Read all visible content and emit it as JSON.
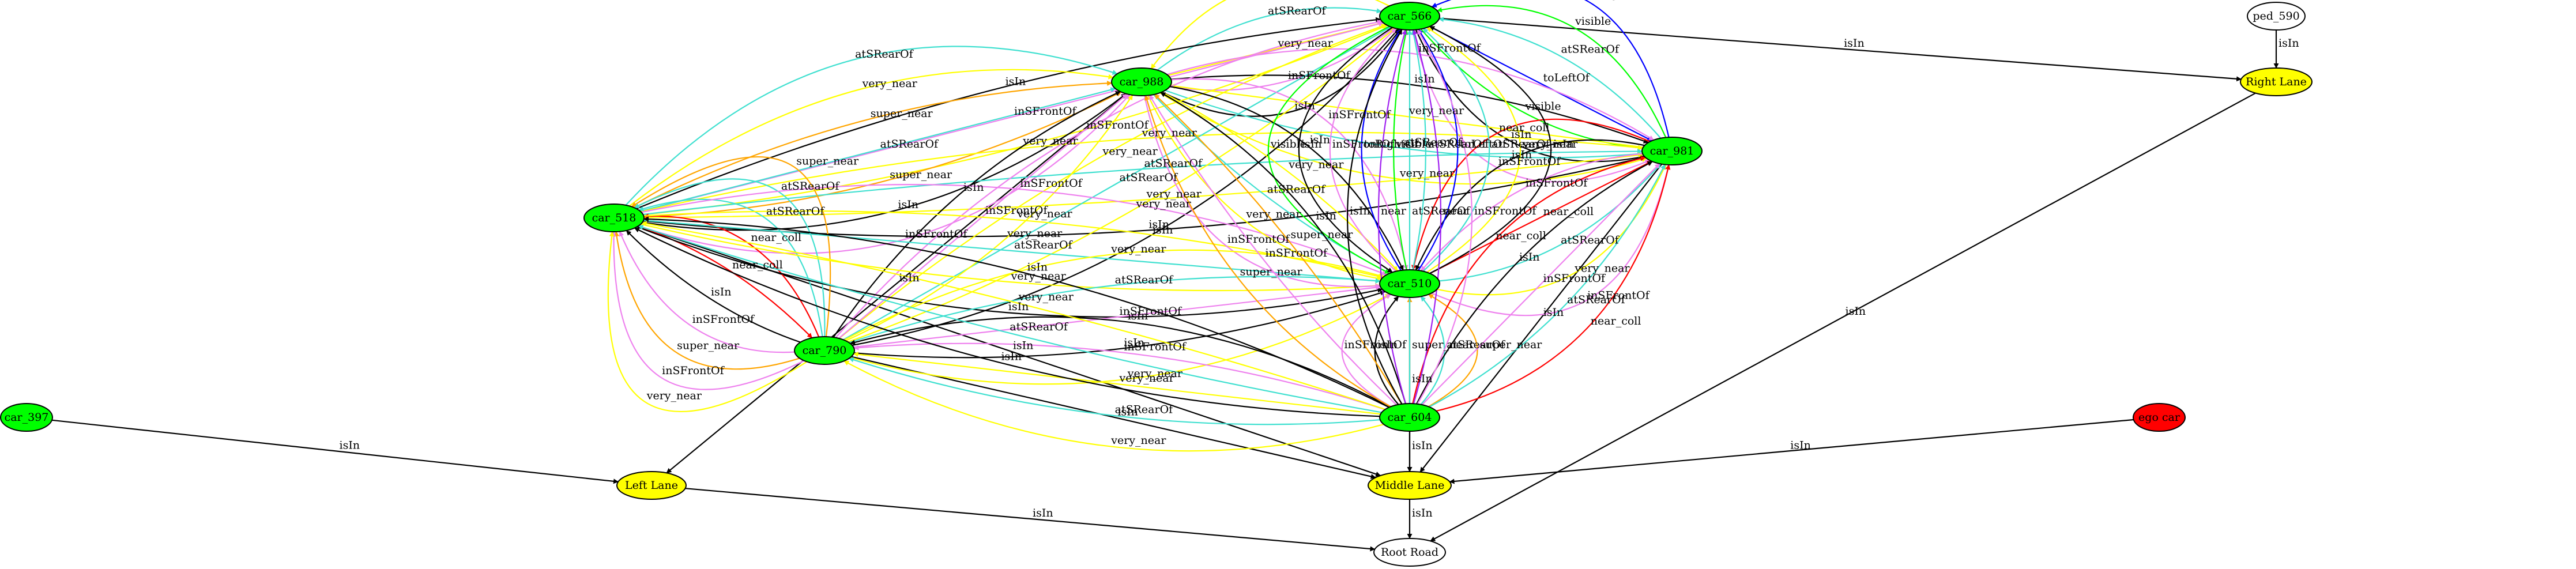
{
  "colors": {
    "vehicle": "#00ff00",
    "lane": "#ffff00",
    "ego": "#ff0000",
    "road": "#ffffff",
    "pedestrian": "#ffffff",
    "edge_isIn": "#000000",
    "edge_very_near": "#ffff00",
    "edge_super_near": "#ffa500",
    "edge_near_coll": "#ff0000",
    "edge_near": "#a020f0",
    "edge_inSFrontOf": "#ee82ee",
    "edge_atSRearOf": "#40e0d0",
    "edge_visible": "#00ff00",
    "edge_toLeftOf": "#0000ff",
    "edge_toRightOf": "#0000ff"
  },
  "nodes": [
    {
      "id": "car_566",
      "label": "car_566",
      "type": "vehicle"
    },
    {
      "id": "car_988",
      "label": "car_988",
      "type": "vehicle"
    },
    {
      "id": "car_981",
      "label": "car_981",
      "type": "vehicle"
    },
    {
      "id": "car_518",
      "label": "car_518",
      "type": "vehicle"
    },
    {
      "id": "car_510",
      "label": "car_510",
      "type": "vehicle"
    },
    {
      "id": "car_790",
      "label": "car_790",
      "type": "vehicle"
    },
    {
      "id": "car_604",
      "label": "car_604",
      "type": "vehicle"
    },
    {
      "id": "car_397",
      "label": "car_397",
      "type": "vehicle"
    },
    {
      "id": "ego_car",
      "label": "ego car",
      "type": "ego"
    },
    {
      "id": "ped_590",
      "label": "ped_590",
      "type": "pedestrian"
    },
    {
      "id": "right_lane",
      "label": "Right Lane",
      "type": "lane"
    },
    {
      "id": "left_lane",
      "label": "Left Lane",
      "type": "lane"
    },
    {
      "id": "middle_lane",
      "label": "Middle Lane",
      "type": "lane"
    },
    {
      "id": "root_road",
      "label": "Root Road",
      "type": "road"
    }
  ],
  "edges": [
    {
      "from": "car_566",
      "to": "right_lane",
      "label": "isIn",
      "kind": "isIn"
    },
    {
      "from": "ped_590",
      "to": "right_lane",
      "label": "isIn",
      "kind": "isIn"
    },
    {
      "from": "right_lane",
      "to": "root_road",
      "label": "isIn",
      "kind": "isIn"
    },
    {
      "from": "left_lane",
      "to": "root_road",
      "label": "isIn",
      "kind": "isIn"
    },
    {
      "from": "middle_lane",
      "to": "root_road",
      "label": "isIn",
      "kind": "isIn"
    },
    {
      "from": "car_397",
      "to": "left_lane",
      "label": "isIn",
      "kind": "isIn"
    },
    {
      "from": "ego_car",
      "to": "middle_lane",
      "label": "isIn",
      "kind": "isIn"
    },
    {
      "from": "car_604",
      "to": "middle_lane",
      "label": "isIn",
      "kind": "isIn"
    },
    {
      "from": "car_790",
      "to": "middle_lane",
      "label": "isIn",
      "kind": "isIn"
    },
    {
      "from": "car_510",
      "to": "middle_lane",
      "label": "isIn",
      "kind": "isIn"
    },
    {
      "from": "car_518",
      "to": "middle_lane",
      "label": "isIn",
      "kind": "isIn"
    },
    {
      "from": "car_981",
      "to": "middle_lane",
      "label": "isIn",
      "kind": "isIn"
    },
    {
      "from": "car_988",
      "to": "left_lane",
      "label": "isIn",
      "kind": "isIn"
    },
    {
      "from": "car_988",
      "to": "car_566",
      "label": "isIn",
      "kind": "isIn"
    },
    {
      "from": "car_988",
      "to": "car_566",
      "label": "inSFrontOf",
      "kind": "inSFrontOf"
    },
    {
      "from": "car_988",
      "to": "car_566",
      "label": "very_near",
      "kind": "very_near"
    },
    {
      "from": "car_988",
      "to": "car_566",
      "label": "atSRearOf",
      "kind": "atSRearOf"
    },
    {
      "from": "car_566",
      "to": "car_988",
      "label": "very_near",
      "kind": "very_near"
    },
    {
      "from": "car_981",
      "to": "car_566",
      "label": "toRightOf",
      "kind": "toRightOf"
    },
    {
      "from": "car_981",
      "to": "car_566",
      "label": "visible",
      "kind": "visible"
    },
    {
      "from": "car_981",
      "to": "car_566",
      "label": "atSRearOf",
      "kind": "atSRearOf"
    },
    {
      "from": "car_566",
      "to": "car_981",
      "label": "toLeftOf",
      "kind": "toLeftOf"
    },
    {
      "from": "car_566",
      "to": "car_981",
      "label": "visible",
      "kind": "visible"
    },
    {
      "from": "car_566",
      "to": "car_981",
      "label": "isIn",
      "kind": "isIn"
    },
    {
      "from": "car_566",
      "to": "car_981",
      "label": "inSFrontOf",
      "kind": "inSFrontOf"
    },
    {
      "from": "car_988",
      "to": "car_981",
      "label": "very_near",
      "kind": "very_near"
    },
    {
      "from": "car_988",
      "to": "car_981",
      "label": "atSRearOf",
      "kind": "atSRearOf"
    },
    {
      "from": "car_981",
      "to": "car_988",
      "label": "very_near",
      "kind": "very_near"
    },
    {
      "from": "car_988",
      "to": "car_981",
      "label": "isIn",
      "kind": "isIn"
    },
    {
      "from": "car_988",
      "to": "car_981",
      "label": "inSFrontOf",
      "kind": "inSFrontOf"
    },
    {
      "from": "car_518",
      "to": "car_566",
      "label": "isIn",
      "kind": "isIn"
    },
    {
      "from": "car_518",
      "to": "car_566",
      "label": "inSFrontOf",
      "kind": "inSFrontOf"
    },
    {
      "from": "car_518",
      "to": "car_566",
      "label": "very_near",
      "kind": "very_near"
    },
    {
      "from": "car_518",
      "to": "car_988",
      "label": "atSRearOf",
      "kind": "atSRearOf"
    },
    {
      "from": "car_518",
      "to": "car_988",
      "label": "very_near",
      "kind": "very_near"
    },
    {
      "from": "car_518",
      "to": "car_988",
      "label": "super_near",
      "kind": "super_near"
    },
    {
      "from": "car_518",
      "to": "car_988",
      "label": "atSRearOf",
      "kind": "atSRearOf"
    },
    {
      "from": "car_518",
      "to": "car_988",
      "label": "super_near",
      "kind": "super_near"
    },
    {
      "from": "car_518",
      "to": "car_988",
      "label": "isIn",
      "kind": "isIn"
    },
    {
      "from": "car_518",
      "to": "car_988",
      "label": "inSFrontOf",
      "kind": "inSFrontOf"
    },
    {
      "from": "car_518",
      "to": "car_981",
      "label": "very_near",
      "kind": "very_near"
    },
    {
      "from": "car_518",
      "to": "car_981",
      "label": "atSRearOf",
      "kind": "atSRearOf"
    },
    {
      "from": "car_518",
      "to": "car_981",
      "label": "very_near",
      "kind": "very_near"
    },
    {
      "from": "car_518",
      "to": "car_981",
      "label": "isIn",
      "kind": "isIn"
    },
    {
      "from": "car_790",
      "to": "car_566",
      "label": "isIn",
      "kind": "isIn"
    },
    {
      "from": "car_790",
      "to": "car_566",
      "label": "very_near",
      "kind": "very_near"
    },
    {
      "from": "car_790",
      "to": "car_566",
      "label": "atSRearOf",
      "kind": "atSRearOf"
    },
    {
      "from": "car_790",
      "to": "car_566",
      "label": "very_near",
      "kind": "very_near"
    },
    {
      "from": "car_790",
      "to": "car_566",
      "label": "inSFrontOf",
      "kind": "inSFrontOf"
    },
    {
      "from": "car_790",
      "to": "car_518",
      "label": "super_near",
      "kind": "super_near"
    },
    {
      "from": "car_790",
      "to": "car_518",
      "label": "atSRearOf",
      "kind": "atSRearOf"
    },
    {
      "from": "car_790",
      "to": "car_518",
      "label": "atSRearOf",
      "kind": "atSRearOf"
    },
    {
      "from": "car_790",
      "to": "car_518",
      "label": "near_coll",
      "kind": "near_coll"
    },
    {
      "from": "car_518",
      "to": "car_790",
      "label": "near_coll",
      "kind": "near_coll"
    },
    {
      "from": "car_790",
      "to": "car_518",
      "label": "isIn",
      "kind": "isIn"
    },
    {
      "from": "car_790",
      "to": "car_518",
      "label": "inSFrontOf",
      "kind": "inSFrontOf"
    },
    {
      "from": "car_790",
      "to": "car_518",
      "label": "super_near",
      "kind": "super_near"
    },
    {
      "from": "car_790",
      "to": "car_518",
      "label": "inSFrontOf",
      "kind": "inSFrontOf"
    },
    {
      "from": "car_790",
      "to": "car_518",
      "label": "very_near",
      "kind": "very_near"
    },
    {
      "from": "car_790",
      "to": "car_988",
      "label": "isIn",
      "kind": "isIn"
    },
    {
      "from": "car_790",
      "to": "car_988",
      "label": "inSFrontOf",
      "kind": "inSFrontOf"
    },
    {
      "from": "car_790",
      "to": "car_988",
      "label": "very_near",
      "kind": "very_near"
    },
    {
      "from": "car_518",
      "to": "car_510",
      "label": "isIn",
      "kind": "isIn"
    },
    {
      "from": "car_518",
      "to": "car_510",
      "label": "very_near",
      "kind": "very_near"
    },
    {
      "from": "car_518",
      "to": "car_510",
      "label": "atSRearOf",
      "kind": "atSRearOf"
    },
    {
      "from": "car_518",
      "to": "car_510",
      "label": "very_near",
      "kind": "very_near"
    },
    {
      "from": "car_518",
      "to": "car_510",
      "label": "inSFrontOf",
      "kind": "inSFrontOf"
    },
    {
      "from": "car_988",
      "to": "car_510",
      "label": "inSFrontOf",
      "kind": "inSFrontOf"
    },
    {
      "from": "car_988",
      "to": "car_510",
      "label": "very_near",
      "kind": "very_near"
    },
    {
      "from": "car_988",
      "to": "car_510",
      "label": "atSRearOf",
      "kind": "atSRearOf"
    },
    {
      "from": "car_988",
      "to": "car_510",
      "label": "very_near",
      "kind": "very_near"
    },
    {
      "from": "car_988",
      "to": "car_510",
      "label": "isIn",
      "kind": "isIn"
    },
    {
      "from": "car_988",
      "to": "car_510",
      "label": "inSFrontOf",
      "kind": "inSFrontOf"
    },
    {
      "from": "car_566",
      "to": "car_510",
      "label": "visible",
      "kind": "visible"
    },
    {
      "from": "car_566",
      "to": "car_510",
      "label": "isIn",
      "kind": "isIn"
    },
    {
      "from": "car_981",
      "to": "car_510",
      "label": "near_coll",
      "kind": "near_coll"
    },
    {
      "from": "car_981",
      "to": "car_510",
      "label": "isIn",
      "kind": "isIn"
    },
    {
      "from": "car_981",
      "to": "car_510",
      "label": "inSFrontOf",
      "kind": "inSFrontOf"
    },
    {
      "from": "car_510",
      "to": "car_981",
      "label": "near_coll",
      "kind": "near_coll"
    },
    {
      "from": "car_510",
      "to": "car_981",
      "label": "atSRearOf",
      "kind": "atSRearOf"
    },
    {
      "from": "car_510",
      "to": "car_981",
      "label": "very_near",
      "kind": "very_near"
    },
    {
      "from": "car_510",
      "to": "car_981",
      "label": "inSFrontOf",
      "kind": "inSFrontOf"
    },
    {
      "from": "car_510",
      "to": "car_566",
      "label": "inSFrontOf",
      "kind": "inSFrontOf"
    },
    {
      "from": "car_510",
      "to": "car_566",
      "label": "toRightOf",
      "kind": "toRightOf"
    },
    {
      "from": "car_510",
      "to": "car_566",
      "label": "visible",
      "kind": "visible"
    },
    {
      "from": "car_510",
      "to": "car_566",
      "label": "atSRearOf",
      "kind": "atSRearOf"
    },
    {
      "from": "car_510",
      "to": "car_566",
      "label": "toLeftOf",
      "kind": "toLeftOf"
    },
    {
      "from": "car_510",
      "to": "car_566",
      "label": "atSRearOf",
      "kind": "atSRearOf"
    },
    {
      "from": "car_510",
      "to": "car_566",
      "label": "very_near",
      "kind": "very_near"
    },
    {
      "from": "car_510",
      "to": "car_566",
      "label": "isIn",
      "kind": "isIn"
    },
    {
      "from": "car_790",
      "to": "car_510",
      "label": "very_near",
      "kind": "very_near"
    },
    {
      "from": "car_790",
      "to": "car_510",
      "label": "isIn",
      "kind": "isIn"
    },
    {
      "from": "car_790",
      "to": "car_510",
      "label": "inSFrontOf",
      "kind": "inSFrontOf"
    },
    {
      "from": "car_790",
      "to": "car_510",
      "label": "atSRearOf",
      "kind": "atSRearOf"
    },
    {
      "from": "car_790",
      "to": "car_510",
      "label": "very_near",
      "kind": "very_near"
    },
    {
      "from": "car_604",
      "to": "car_510",
      "label": "super_near",
      "kind": "super_near"
    },
    {
      "from": "car_604",
      "to": "car_510",
      "label": "atSRearOf",
      "kind": "atSRearOf"
    },
    {
      "from": "car_604",
      "to": "car_510",
      "label": "super_near",
      "kind": "super_near"
    },
    {
      "from": "car_604",
      "to": "car_510",
      "label": "isIn",
      "kind": "isIn"
    },
    {
      "from": "car_604",
      "to": "car_510",
      "label": "inSFrontOf",
      "kind": "inSFrontOf"
    },
    {
      "from": "car_604",
      "to": "car_790",
      "label": "very_near",
      "kind": "very_near"
    },
    {
      "from": "car_604",
      "to": "car_790",
      "label": "atSRearOf",
      "kind": "atSRearOf"
    },
    {
      "from": "car_604",
      "to": "car_790",
      "label": "very_near",
      "kind": "very_near"
    },
    {
      "from": "car_604",
      "to": "car_790",
      "label": "inSFrontOf",
      "kind": "inSFrontOf"
    },
    {
      "from": "car_604",
      "to": "car_790",
      "label": "isIn",
      "kind": "isIn"
    },
    {
      "from": "car_604",
      "to": "car_518",
      "label": "isIn",
      "kind": "isIn"
    },
    {
      "from": "car_604",
      "to": "car_518",
      "label": "very_near",
      "kind": "very_near"
    },
    {
      "from": "car_604",
      "to": "car_518",
      "label": "atSRearOf",
      "kind": "atSRearOf"
    },
    {
      "from": "car_604",
      "to": "car_518",
      "label": "isIn",
      "kind": "isIn"
    },
    {
      "from": "car_604",
      "to": "car_988",
      "label": "super_near",
      "kind": "super_near"
    },
    {
      "from": "car_604",
      "to": "car_988",
      "label": "inSFrontOf",
      "kind": "inSFrontOf"
    },
    {
      "from": "car_604",
      "to": "car_988",
      "label": "super_near",
      "kind": "super_near"
    },
    {
      "from": "car_604",
      "to": "car_988",
      "label": "isIn",
      "kind": "isIn"
    },
    {
      "from": "car_604",
      "to": "car_981",
      "label": "near_coll",
      "kind": "near_coll"
    },
    {
      "from": "car_604",
      "to": "car_981",
      "label": "isIn",
      "kind": "isIn"
    },
    {
      "from": "car_604",
      "to": "car_981",
      "label": "inSFrontOf",
      "kind": "inSFrontOf"
    },
    {
      "from": "car_604",
      "to": "car_981",
      "label": "atSRearOf",
      "kind": "atSRearOf"
    },
    {
      "from": "car_604",
      "to": "car_981",
      "label": "near_coll",
      "kind": "near_coll"
    },
    {
      "from": "car_604",
      "to": "car_566",
      "label": "inSFrontOf",
      "kind": "inSFrontOf"
    },
    {
      "from": "car_604",
      "to": "car_566",
      "label": "near",
      "kind": "near"
    },
    {
      "from": "car_604",
      "to": "car_566",
      "label": "atSRearOf",
      "kind": "atSRearOf"
    },
    {
      "from": "car_604",
      "to": "car_566",
      "label": "near",
      "kind": "near"
    },
    {
      "from": "car_604",
      "to": "car_566",
      "label": "isIn",
      "kind": "isIn"
    }
  ]
}
